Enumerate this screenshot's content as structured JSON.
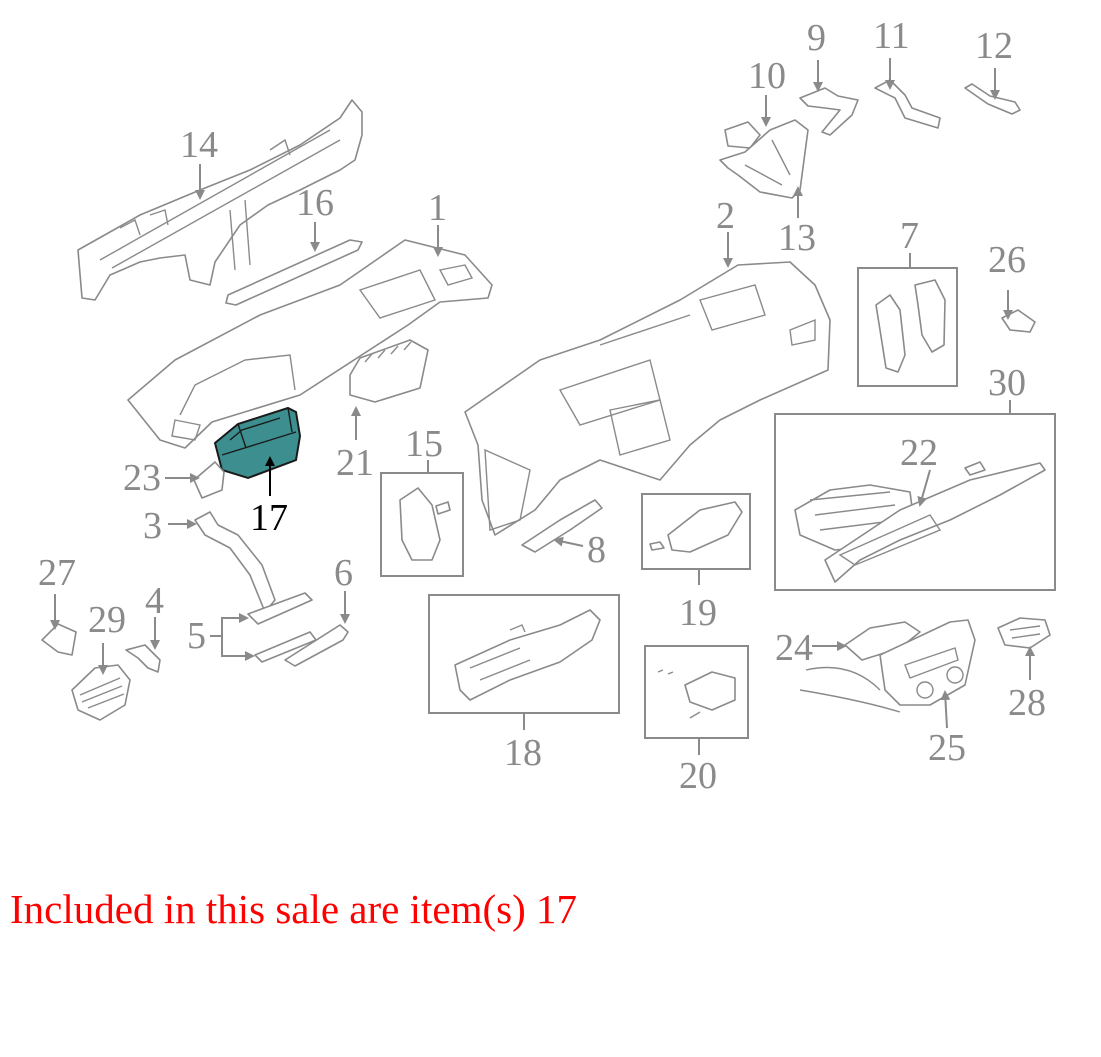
{
  "diagram": {
    "callouts": {
      "c1": "1",
      "c2": "2",
      "c3": "3",
      "c4": "4",
      "c5": "5",
      "c6": "6",
      "c7": "7",
      "c8": "8",
      "c9": "9",
      "c10": "10",
      "c11": "11",
      "c12": "12",
      "c13": "13",
      "c14": "14",
      "c15": "15",
      "c16": "16",
      "c17": "17",
      "c18": "18",
      "c19": "19",
      "c20": "20",
      "c21": "21",
      "c22": "22",
      "c23": "23",
      "c24": "24",
      "c25": "25",
      "c26": "26",
      "c27": "27",
      "c28": "28",
      "c29": "29",
      "c30": "30"
    },
    "highlighted_item": "17",
    "highlight_color": "#3d8f8f",
    "callout_color": "#8a8a8a"
  },
  "sale_note": {
    "text": "Included in this sale are item(s) 17",
    "color": "#ff0000"
  }
}
